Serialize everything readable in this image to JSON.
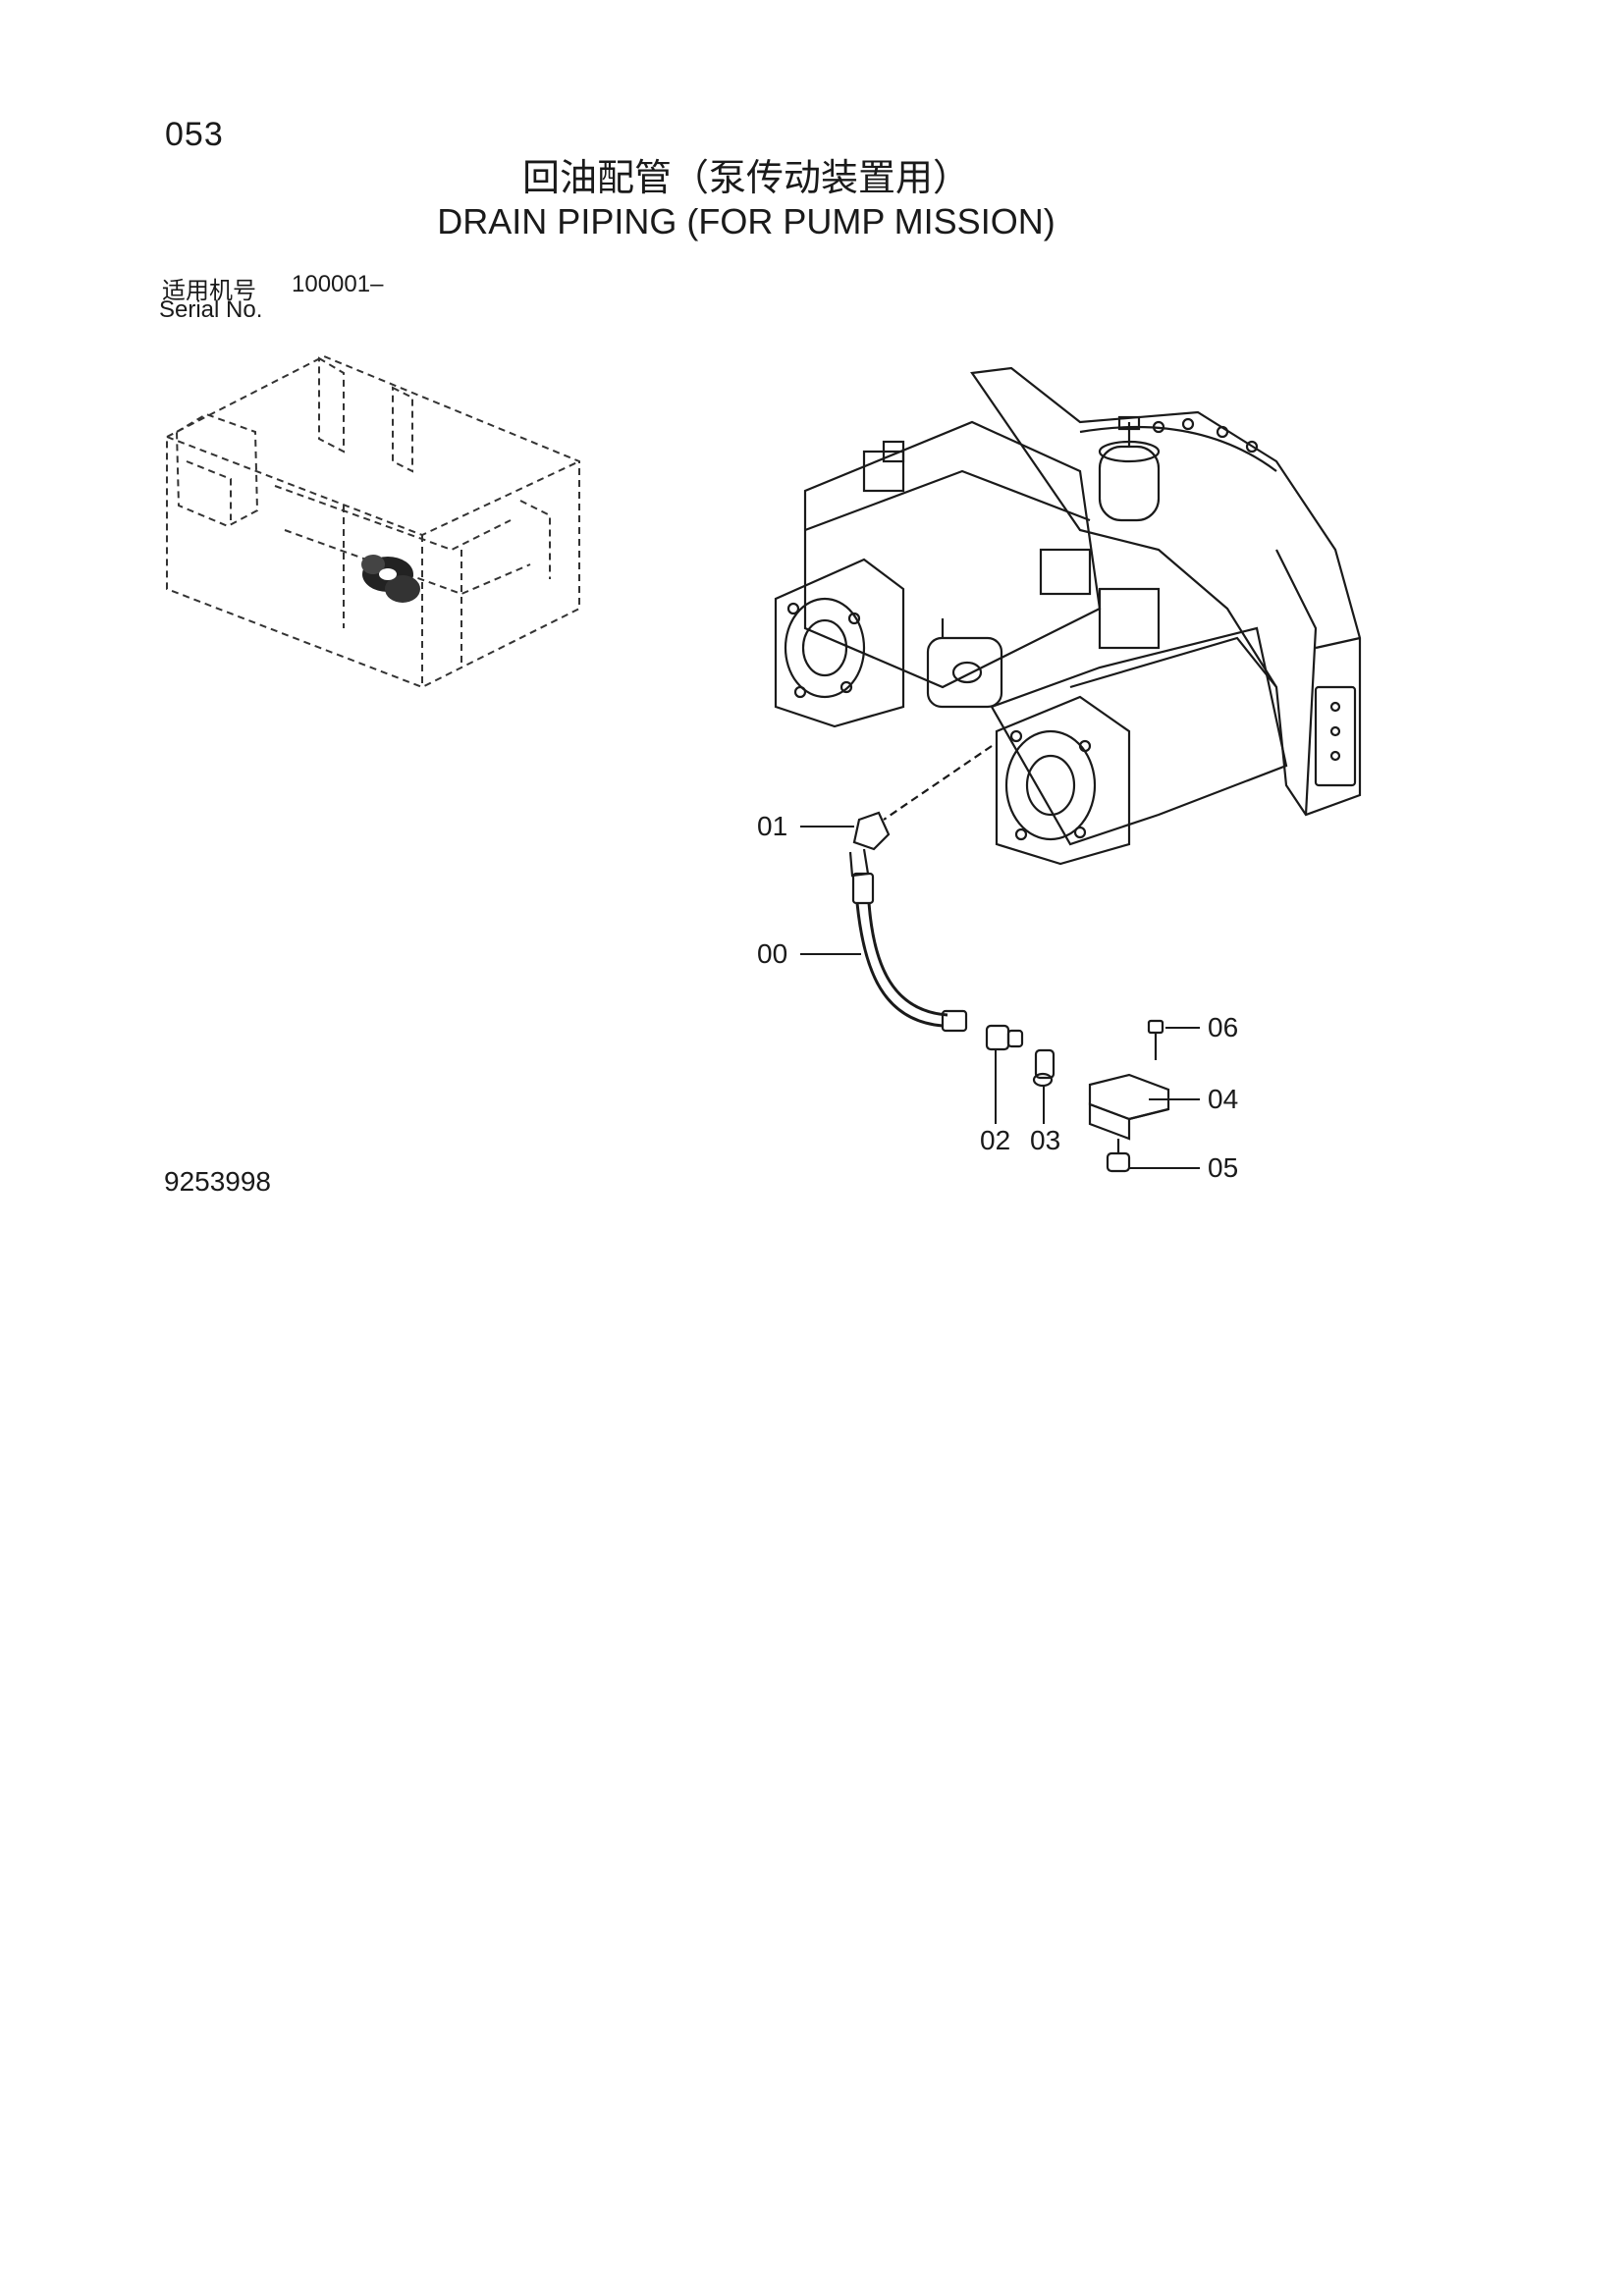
{
  "page_number": "053",
  "title_cn": "回油配管（泵传动装置用）",
  "title_en": "DRAIN PIPING (FOR PUMP MISSION)",
  "serial": {
    "label_cn": "适用机号",
    "value": "100001–",
    "label_en": "Serial No."
  },
  "callouts": {
    "c00": "00",
    "c01": "01",
    "c02": "02",
    "c03": "03",
    "c04": "04",
    "c05": "05",
    "c06": "06"
  },
  "drawing_number": "9253998"
}
